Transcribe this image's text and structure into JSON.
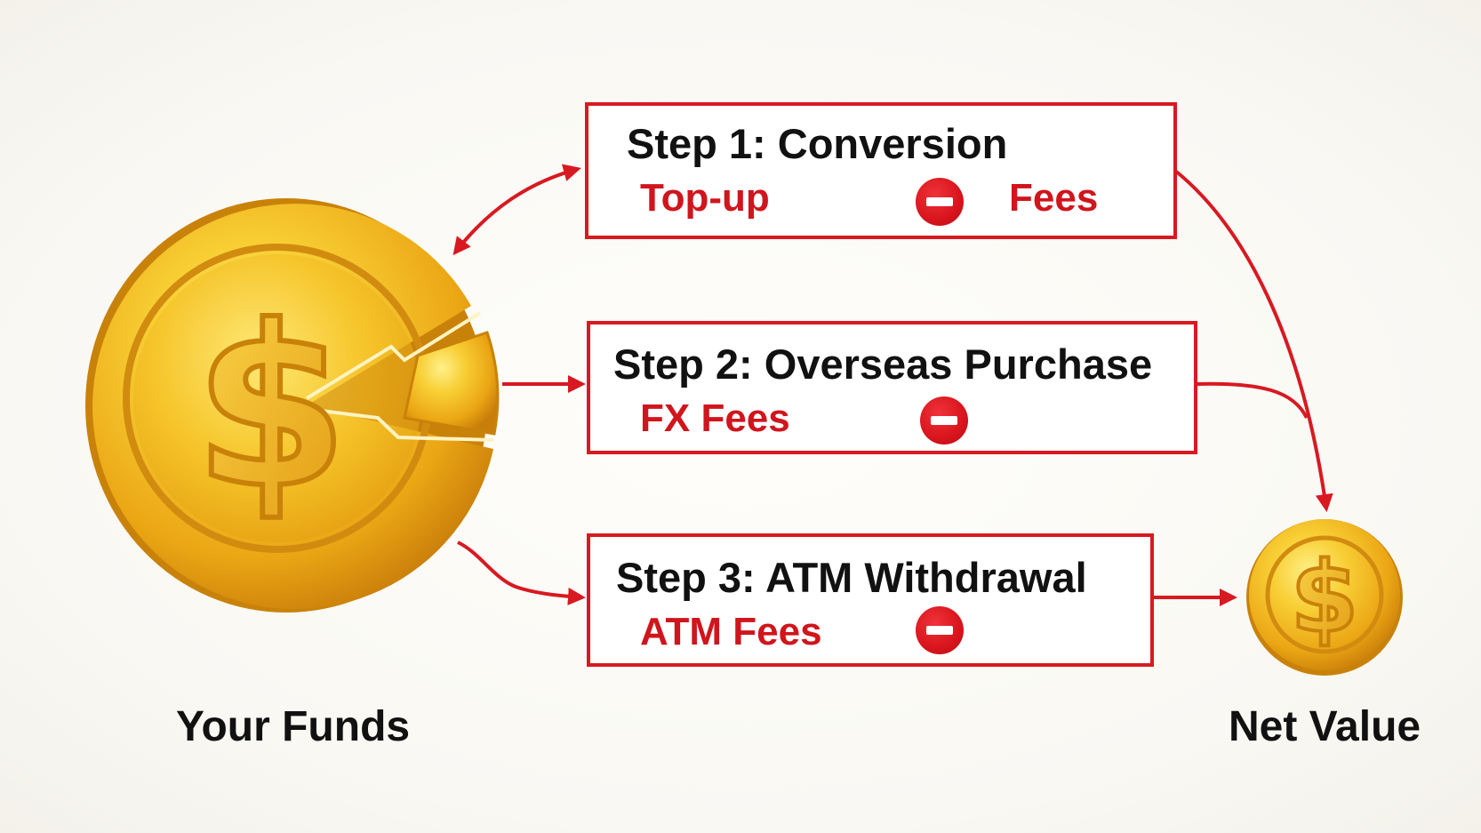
{
  "steps": [
    {
      "title": "Step 1: Conversion",
      "fees": [
        "Top-up",
        "Fees"
      ]
    },
    {
      "title": "Step 2: Overseas Purchase",
      "fees": [
        "FX Fees"
      ]
    },
    {
      "title": "Step 3: ATM Withdrawal",
      "fees": [
        "ATM Fees"
      ]
    }
  ],
  "source_label": "Your Funds",
  "result_label": "Net Value",
  "icons": {
    "source": "broken-dollar-coin-icon",
    "result": "dollar-coin-icon",
    "fee": "minus-circle-icon"
  },
  "colors": {
    "accent": "#d81921",
    "coin": "#f2b51c",
    "text": "#111111"
  }
}
